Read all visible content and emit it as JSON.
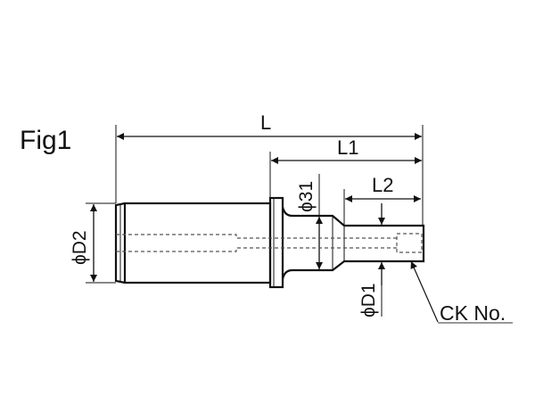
{
  "figure": {
    "title": "Fig1",
    "dimensions": {
      "L": "L",
      "L1": "L1",
      "L2": "L2",
      "phi31": "ϕ31",
      "phiD1": "ϕD1",
      "phiD2": "ϕD2"
    },
    "callout": "CK No.",
    "colors": {
      "line": "#111111",
      "dash": "#555555"
    }
  }
}
